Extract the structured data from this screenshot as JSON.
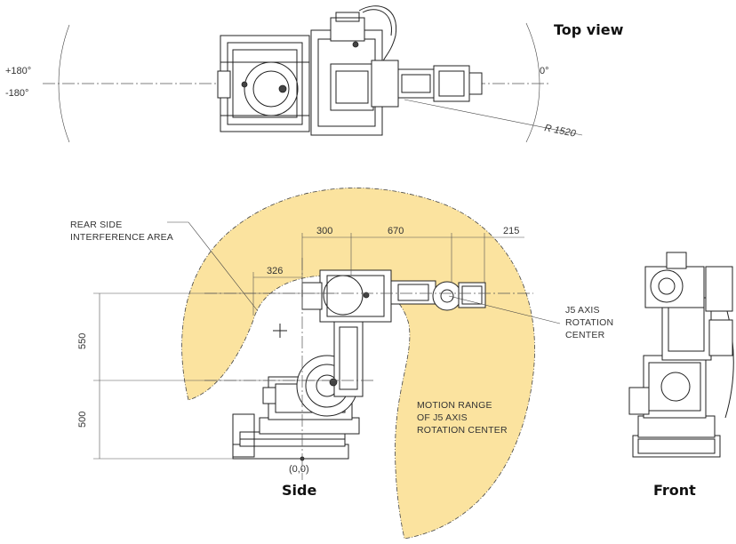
{
  "titles": {
    "top": "Top view",
    "side": "Side",
    "front": "Front"
  },
  "angles": {
    "plus": "+180°",
    "minus": "-180°",
    "zero": "0°"
  },
  "radius_label": "R 1520",
  "dimensions": {
    "d300": "300",
    "d670": "670",
    "d215": "215",
    "d326": "326",
    "d550": "550",
    "d500": "500"
  },
  "origin_label": "(0,0)",
  "notes": {
    "rear_line1": "REAR SIDE",
    "rear_line2": "INTERFERENCE AREA",
    "j5_line1": "J5 AXIS",
    "j5_line2": "ROTATION",
    "j5_line3": "CENTER",
    "motion_line1": "MOTION RANGE",
    "motion_line2": "OF J5 AXIS",
    "motion_line3": "ROTATION CENTER"
  },
  "colors": {
    "motion_range_fill": "#fbe39f",
    "motion_range_stroke": "#444444"
  }
}
